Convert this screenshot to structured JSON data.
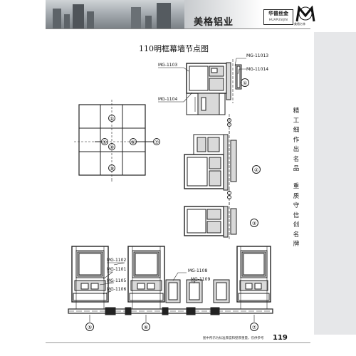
{
  "header": {
    "brand_cn": "美格铝业",
    "badge_cn": "华普丝金",
    "badge_en": "HUAPUSIJIN",
    "logo_caption": "美格亿林"
  },
  "title": "110明框幕墙节点图",
  "part_labels": {
    "mg1103": "MG-1103",
    "mg1104": "MG-1104",
    "mg11013": "MG-11013",
    "mg11014": "MG-11014",
    "mg1102": "MG-1102",
    "mg1101": "MG-1101",
    "mg1105": "MG-1105",
    "mg1106": "MG-1106",
    "mg1108": "MG-1108",
    "mg1109": "MG-1109"
  },
  "node_markers": {
    "n1": "①",
    "n2": "②",
    "n3": "③",
    "n5": "⑤",
    "n6": "⑥",
    "n7": "⑦"
  },
  "sidebar": {
    "slogan_1": [
      "精",
      "工",
      "细",
      "作",
      "出",
      "名",
      "品"
    ],
    "slogan_2": [
      "重",
      "质",
      "守",
      "信",
      "创",
      "名",
      "牌"
    ]
  },
  "footer": {
    "note": "图中所示为标准厚度和壁厚重量，仅供参考",
    "page_number": "119"
  },
  "colors": {
    "line": "#222222",
    "profile_fill": "#d9d9d9",
    "sidebar_band": "#e6e7e9"
  }
}
